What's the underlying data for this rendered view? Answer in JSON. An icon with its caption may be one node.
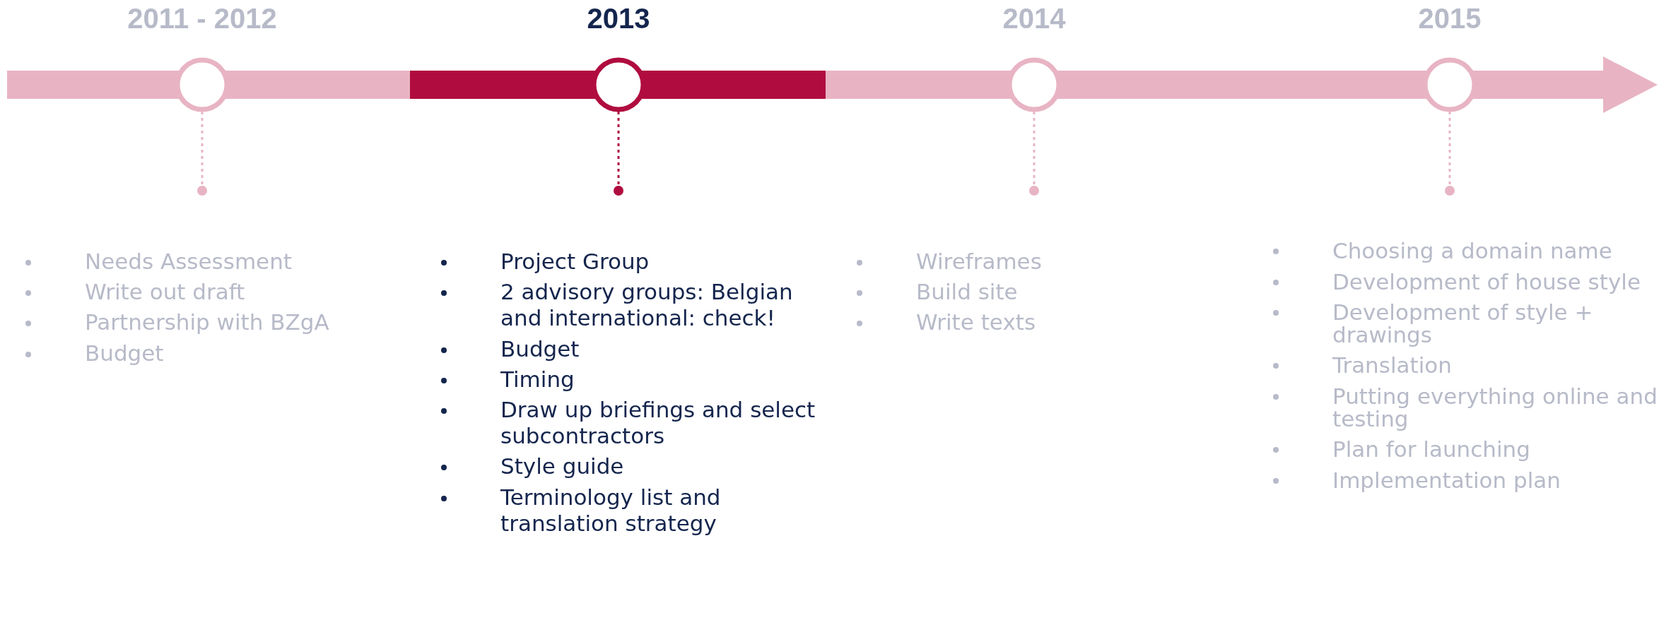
{
  "diagram": {
    "nodes": [
      {
        "text": [
          "2011 - 2012"
        ]
      },
      {
        "text": [],
        "shape": "circle",
        "beside": [
          "Needs Assessment",
          "Write out draft",
          "Partnership with BZgA",
          "Budget"
        ]
      },
      {
        "text": [
          "2013"
        ]
      },
      {
        "text": [],
        "shape": "circle",
        "beside": [
          "Project Group",
          "2 advisory groups: Belgian and international: check!",
          "Budget",
          "Timing",
          "Draw up briefings and select subcontractors",
          "Style guide",
          "Terminology list and translation strategy"
        ]
      },
      {
        "text": [
          "2014"
        ]
      },
      {
        "text": [],
        "shape": "circle",
        "beside": [
          "Wireframes",
          "Build site",
          "Write texts"
        ]
      },
      {
        "text": [
          "2015"
        ]
      },
      {
        "text": [],
        "shape": "circle",
        "beside": [
          "Choosing a domain name",
          "Development of house style",
          "Development of style + drawings",
          "Translation",
          "Putting everything online and testing",
          "Plan for launching",
          "Implementation plan"
        ]
      }
    ],
    "edges": [
      {
        "from": 0,
        "to": 1,
        "arrow": "none",
        "style": "dashed"
      },
      {
        "from": 2,
        "to": 3,
        "arrow": "none",
        "style": "dashed",
        "color": "#b00c3f"
      },
      {
        "from": 4,
        "to": 5,
        "arrow": "none",
        "style": "dashed"
      },
      {
        "from": 6,
        "to": 7,
        "arrow": "none",
        "style": "dashed"
      }
    ]
  }
}
